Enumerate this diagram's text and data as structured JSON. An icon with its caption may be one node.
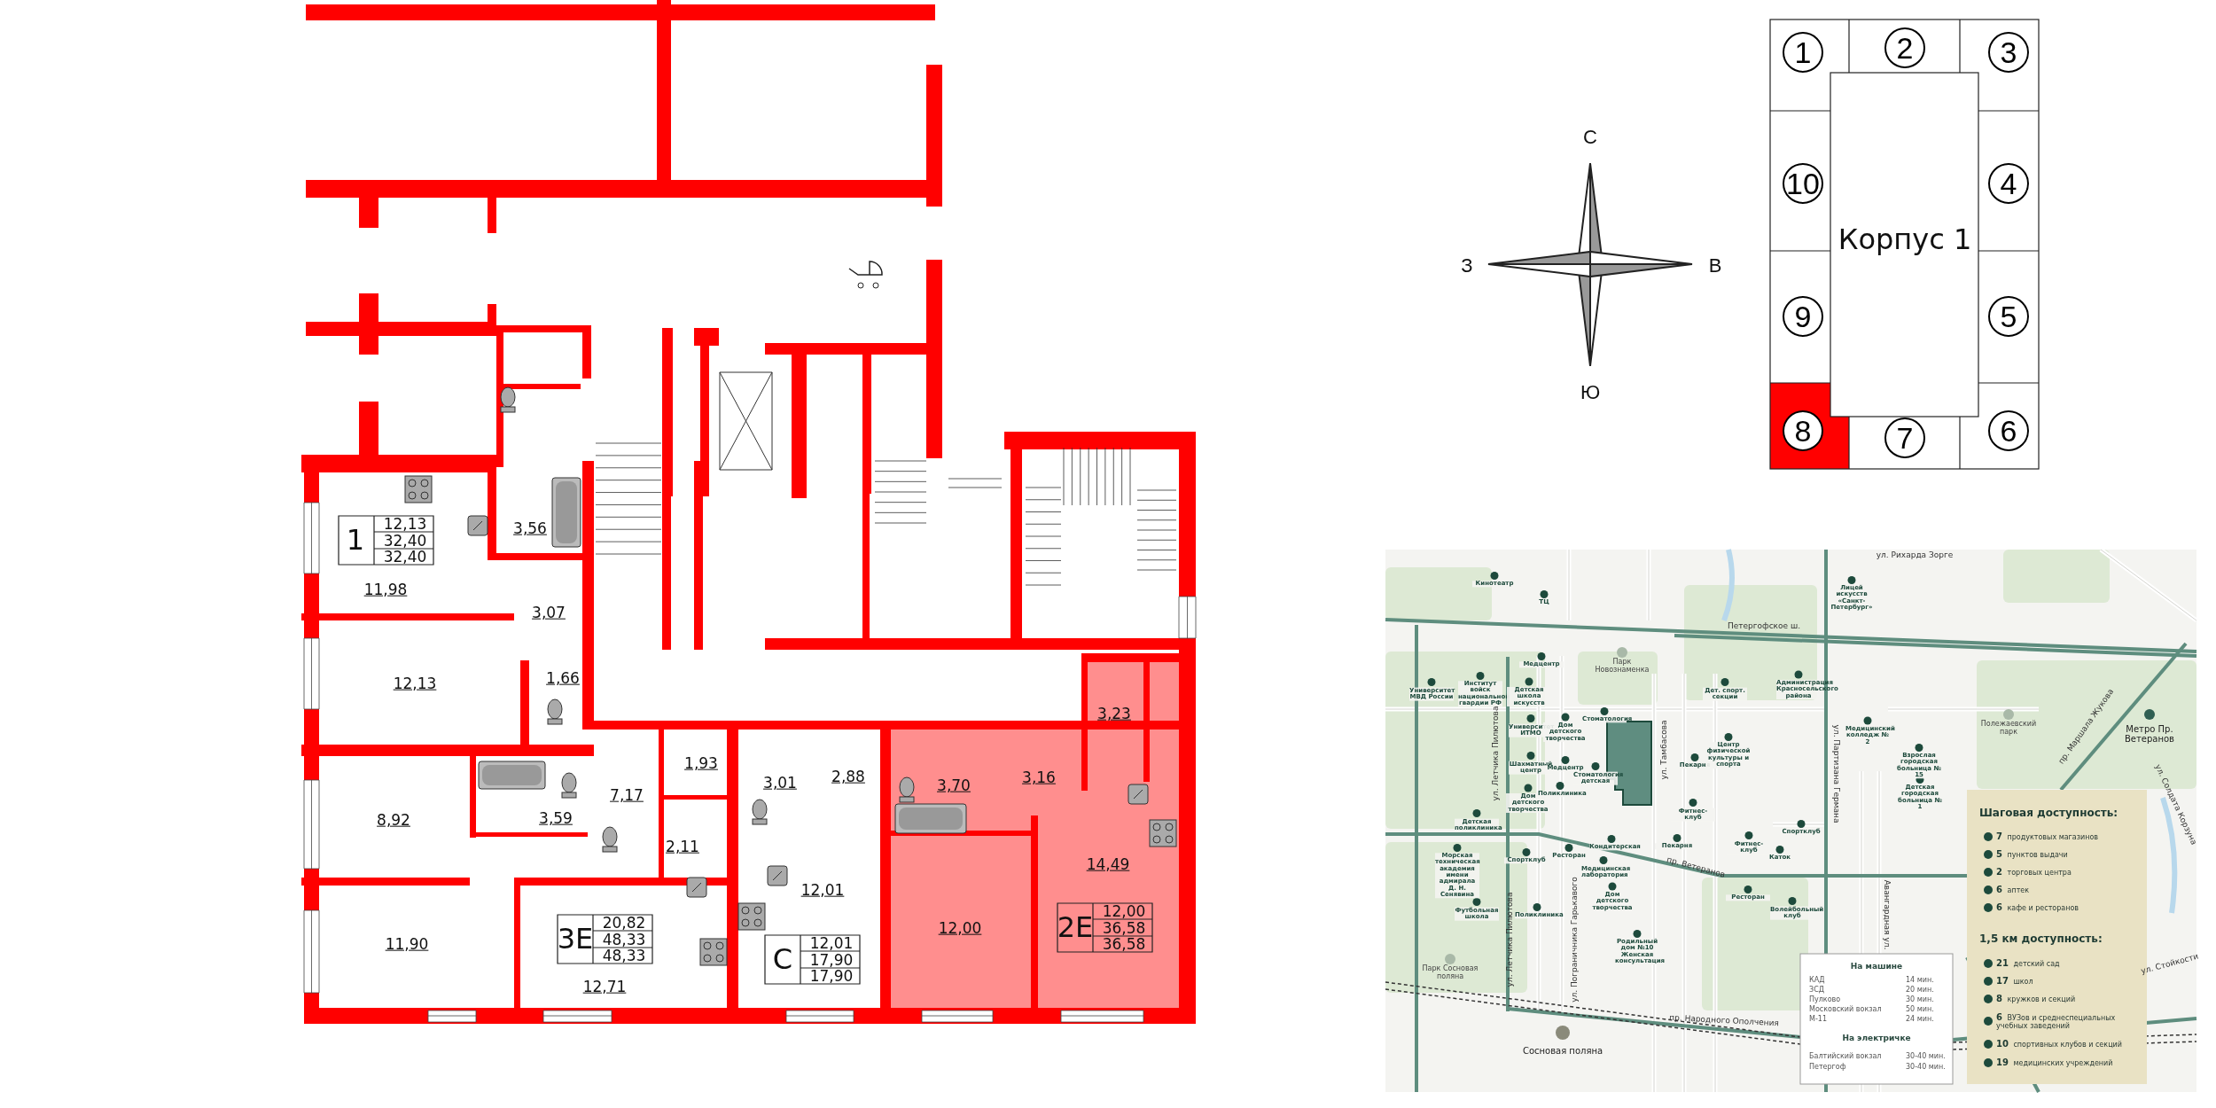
{
  "diagram": {
    "nodes": [
      {
        "text": [
          "1"
        ]
      },
      {
        "text": [
          "2"
        ]
      },
      {
        "text": [
          "3"
        ]
      },
      {
        "text": [
          "10"
        ]
      },
      {
        "text": [
          "4"
        ]
      },
      {
        "text": [
          "9"
        ]
      },
      {
        "text": [
          "5"
        ]
      },
      {
        "text": [
          "8"
        ]
      },
      {
        "text": [
          "7"
        ]
      },
      {
        "text": [
          "6"
        ]
      }
    ],
    "labels": [
      "1",
      "12,13",
      "32,40",
      "32,40",
      "3,56",
      "11,98",
      "3,07",
      "12,13",
      "1,66",
      "3,23",
      "8,92",
      "3,59",
      "7,17",
      "1,93",
      "3,01",
      "2,88",
      "3,70",
      "3,16",
      "2,11",
      "14,49",
      "12,01",
      "11,90",
      "3Е",
      "20,82",
      "48,33",
      "48,33",
      "С",
      "12,01",
      "17,90",
      "17,90",
      "12,00",
      "2Е",
      "12,00",
      "36,58",
      "36,58",
      "12,71",
      "С",
      "З",
      "В",
      "Ю",
      "Корпус 1",
      "ул. Рихарда Зорге",
      "Кинотеатр",
      "ТЦ",
      "Лицей искусств «Санкт-Петербург»",
      "Петергофское ш.",
      "Медцентр",
      "Парк Новознаменка",
      "Университет МВД России",
      "Институт войск национальной гвардии РФ",
      "Детская школа искусств",
      "Дет. спорт. секции",
      "Администрация Красносельского района",
      "Университет ИТМО",
      "Дом детского творчества",
      "Стоматология",
      "Медицинский колледж № 2",
      "Полежаевский парк",
      "пр. Маршала Жукова",
      "Метро Пр. Ветеранов",
      "ул. Летчика Пилютова",
      "Шахматный центр",
      "Медцентр",
      "Стоматология детская",
      "ул. Тамбасова",
      "Пекарня",
      "Центр физической культуры и спорта",
      "ул. Партизана Германа",
      "Взрослая городская больница № 15",
      "Дом детского творчества",
      "Поликлиника",
      "Фитнес-клуб",
      "Детская городская больница № 1",
      "ул. Солдата Корзуна",
      "Детская поликлиника",
      "Спортклуб",
      "Спортклуб",
      "Ресторан",
      "Кондитерская",
      "Пекарня",
      "Фитнес-клуб",
      "Каток",
      "Морская техническая академия имени адмирала Д. Н. Сенявина",
      "Медицинская лаборатория",
      "пр. Ветеранов",
      "Футбольная школа",
      "ул. Летчика Пилютова",
      "Поликлиника",
      "ул. Пограничника Гарькавого",
      "Дом детского творчества",
      "Ресторан",
      "Волейбольный клуб",
      "Авангардная ул.",
      "Парк Сосновая поляна",
      "Родильный дом №10 Женская консультация",
      "ул. Стойкости",
      "пр. Народного Ополчения",
      "Сосновая поляна",
      "На машине",
      "КАД",
      "14 мин.",
      "ЗСД",
      "20 мин.",
      "Пулково",
      "30 мин.",
      "Московский вокзал",
      "50 мин.",
      "М-11",
      "24 мин.",
      "На электричке",
      "Балтийский вокзал",
      "30-40 мин.",
      "Петергоф",
      "30-40 мин.",
      "Шаговая доступность:",
      "**7** продуктовых магазинов",
      "**5** пунктов выдачи",
      "**2** торговых центра",
      "**6** аптек",
      "**6** кафе и ресторанов",
      "1,5 км доступность:",
      "**21** детский сад",
      "**17** школ",
      "**8** кружков и секций",
      "**6** ВУЗов и среднеспециальных учебных заведений",
      "**10** спортивных клубов и секций",
      "**19** медицинских учреждений"
    ]
  }
}
